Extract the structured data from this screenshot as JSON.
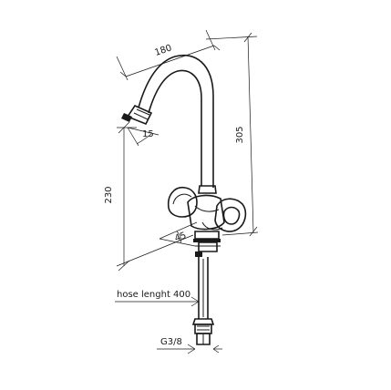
{
  "dimensions": {
    "spout_reach": "180",
    "total_height": "305",
    "spout_height": "230",
    "spout_angle": "15",
    "handle_angle": "45",
    "hose_length": "hose lenght 400",
    "connection": "G3/8"
  }
}
